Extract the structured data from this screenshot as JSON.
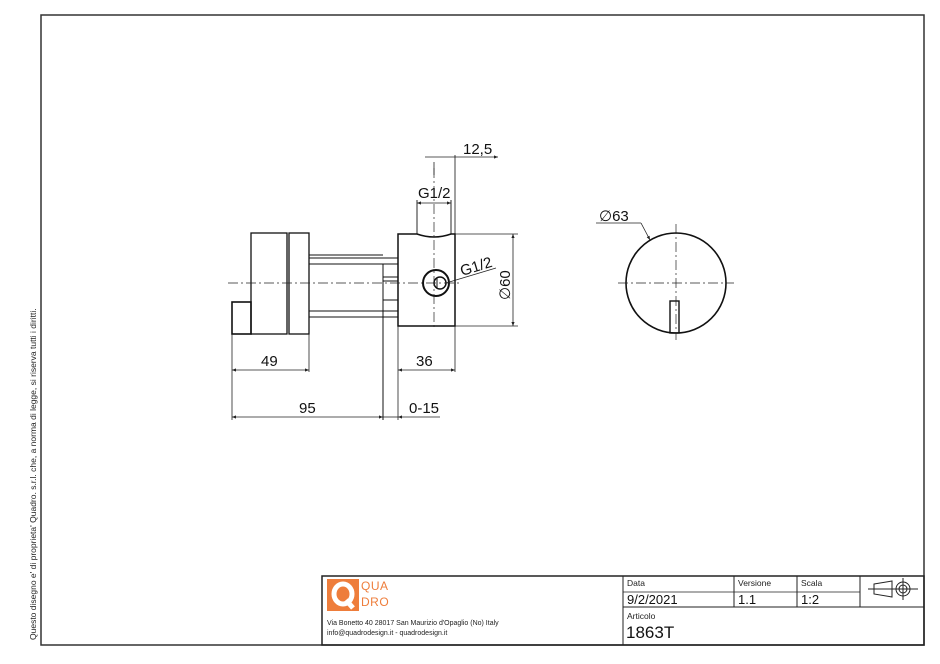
{
  "side_note": "Questo disegno e' di proprieta' Quadro. s.r.l. che, a norma di legge, si riserva tutti i diritti.",
  "drawing": {
    "dimensions": {
      "top_offset": "12,5",
      "top_thread": "G1/2",
      "side_thread": "G1/2",
      "body_diameter": "Ø60",
      "knob_length": "49",
      "body_length": "36",
      "total_length": "95",
      "adjust_range": "0-15",
      "front_diameter": "Ø63"
    },
    "diameter_symbol": "∅",
    "body_diameter_value": "60",
    "front_diameter_value": "63"
  },
  "title_block": {
    "logo": {
      "line1": "QUA",
      "line2": "DRO",
      "letter": "Q",
      "color": "#ee7d3b"
    },
    "address_line1": "Via Bonetto 40  28017 San Maurizio d'Opaglio (No) Italy",
    "address_line2": "info@quadrodesign.it  -  quadrodesign.it",
    "date_label": "Data",
    "date_value": "9/2/2021",
    "version_label": "Versione",
    "version_value": "1.1",
    "scale_label": "Scala",
    "scale_value": "1:2",
    "article_label": "Articolo",
    "article_value": "1863T",
    "projection_icon": "first-angle-projection-icon"
  }
}
